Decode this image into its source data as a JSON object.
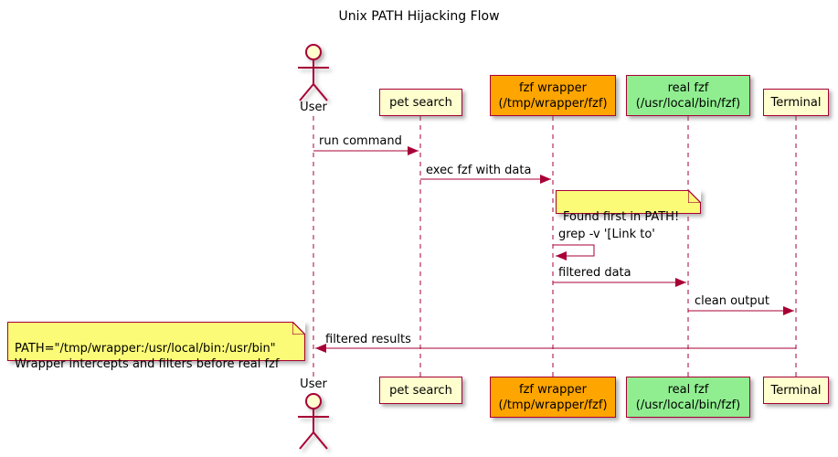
{
  "title": "Unix PATH Hijacking Flow",
  "diagram_type": "sequence-diagram",
  "participants": [
    {
      "label": "User",
      "kind": "actor",
      "fill": "#FEFECE"
    },
    {
      "label": "pet search",
      "kind": "participant",
      "fill": "#FEFECE"
    },
    {
      "label": "fzf wrapper\n(/tmp/wrapper/fzf)",
      "kind": "participant",
      "fill": "#FFA500"
    },
    {
      "label": "real fzf\n(/usr/local/bin/fzf)",
      "kind": "participant",
      "fill": "#90EE90"
    },
    {
      "label": "Terminal",
      "kind": "participant",
      "fill": "#FEFECE"
    }
  ],
  "messages": [
    {
      "from": "User",
      "to": "pet search",
      "text": "run command"
    },
    {
      "from": "pet search",
      "to": "fzf wrapper",
      "text": "exec fzf with data"
    },
    {
      "from": "fzf wrapper",
      "to": "fzf wrapper",
      "text": "grep -v '[Link to'",
      "self_call": true
    },
    {
      "from": "fzf wrapper",
      "to": "real fzf",
      "text": "filtered data"
    },
    {
      "from": "real fzf",
      "to": "Terminal",
      "text": "clean output"
    },
    {
      "from": "Terminal",
      "to": "User",
      "text": "filtered results"
    }
  ],
  "notes": [
    {
      "position": "right of fzf wrapper",
      "text": "Found first in PATH!"
    },
    {
      "position": "left of User",
      "text": "PATH=\"/tmp/wrapper:/usr/local/bin:/usr/bin\"\nWrapper intercepts and filters before real fzf"
    }
  ],
  "colors": {
    "line": "#A80036",
    "participant_fill": "#FEFECE",
    "wrapper_fill": "#FFA500",
    "real_fzf_fill": "#90EE90",
    "note_fill": "#FBFB77",
    "text": "#000000",
    "background": "#FFFFFF"
  }
}
